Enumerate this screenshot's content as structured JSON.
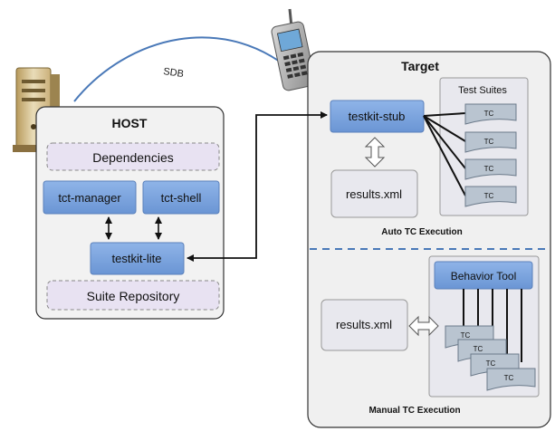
{
  "link_label": "SDB",
  "host": {
    "title": "HOST",
    "dependencies": "Dependencies",
    "tct_manager": "tct-manager",
    "tct_shell": "tct-shell",
    "testkit_lite": "testkit-lite",
    "suite_repository": "Suite Repository"
  },
  "target": {
    "title": "Target",
    "testkit_stub": "testkit-stub",
    "test_suites": "Test Suites",
    "auto_tc_labels": [
      "TC",
      "TC",
      "TC",
      "TC"
    ],
    "results_auto": "results.xml",
    "auto_caption": "Auto TC Execution",
    "behavior_tool": "Behavior Tool",
    "manual_tc_labels": [
      "TC",
      "TC",
      "TC",
      "TC"
    ],
    "results_manual": "results.xml",
    "manual_caption": "Manual TC Execution"
  },
  "colors": {
    "blue_box": "#7aa3dd",
    "lavender": "#e8e2f2",
    "host_bg": "#f2f2f2",
    "target_bg": "#f0f0f0",
    "tc_gray": "#b9c4d0",
    "sdb_line": "#4a79b8"
  }
}
